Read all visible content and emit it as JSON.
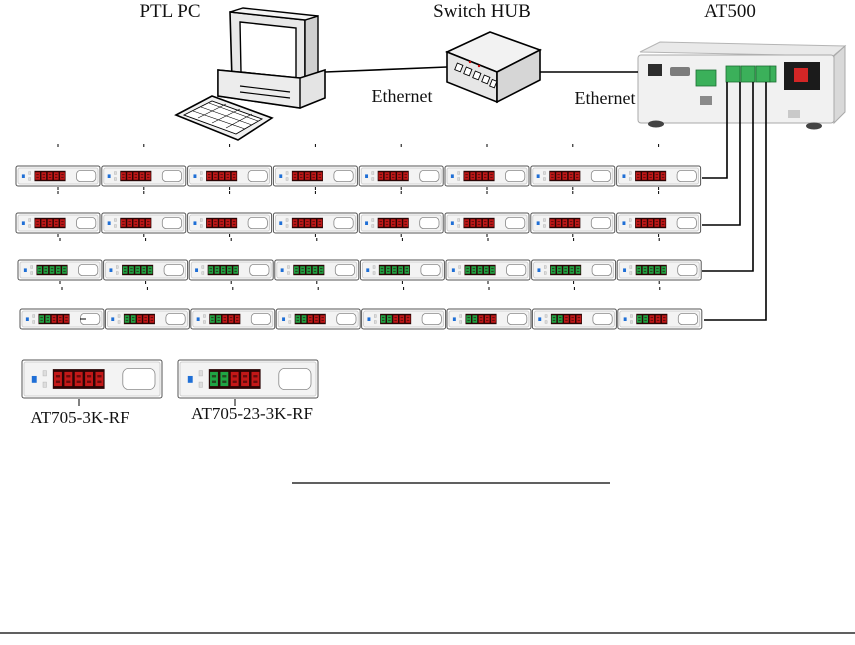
{
  "header": {
    "pc_label": "PTL PC",
    "hub_label": "Switch HUB",
    "controller_label": "AT500"
  },
  "links": {
    "pc_to_hub": "Ethernet",
    "hub_to_controller": "Ethernet"
  },
  "rows": [
    {
      "count": 8,
      "variant": "red"
    },
    {
      "count": 8,
      "variant": "red"
    },
    {
      "count": 8,
      "variant": "green"
    },
    {
      "count": 8,
      "variant": "dual"
    }
  ],
  "legend": [
    {
      "model": "AT705-3K-RF",
      "variant": "red"
    },
    {
      "model": "AT705-23-3K-RF",
      "variant": "dual"
    }
  ],
  "colors": {
    "red_display": "#d11a1a",
    "green_display": "#1fb34a",
    "display_bg": "#2a0505",
    "module_body": "#f3f3f3",
    "led_blue": "#1f6fd6",
    "line": "#000000"
  }
}
